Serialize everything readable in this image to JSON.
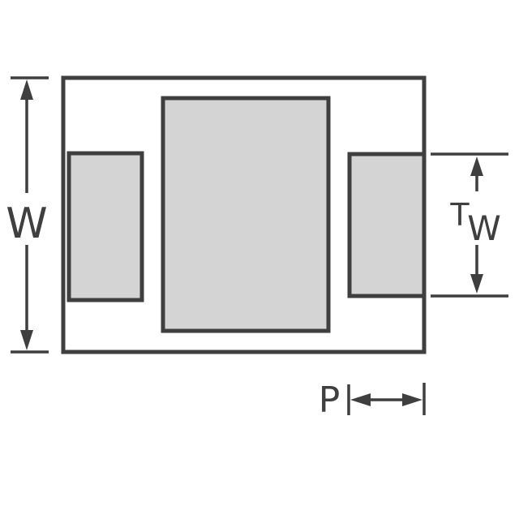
{
  "diagram": {
    "labels": {
      "overall_width": "W",
      "termination_t": "T",
      "termination_w": "W",
      "pitch": "P"
    },
    "colors": {
      "line": "#3f3f3f",
      "pad_fill": "#d4d4d4",
      "background": "#ffffff"
    }
  }
}
